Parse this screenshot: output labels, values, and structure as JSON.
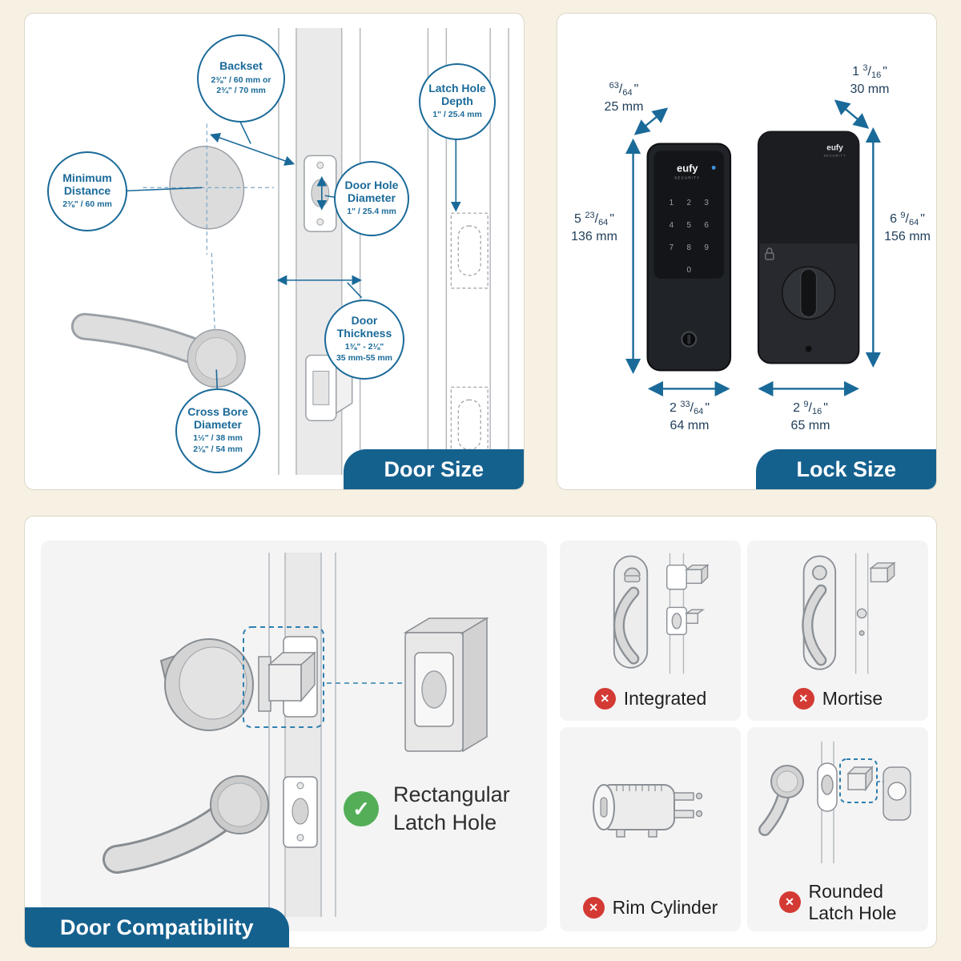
{
  "strings": {
    "slash": "/",
    "inch": "\""
  },
  "icons": {
    "cross": "✕",
    "check": "✓"
  },
  "door_size": {
    "banner": "Door Size",
    "callouts": {
      "backset": {
        "title": "Backset",
        "line1": "2⅜\" / 60 mm or",
        "line2": "2¾\" / 70 mm"
      },
      "latch_hole_depth": {
        "title": "Latch Hole Depth",
        "line1": "1\" / 25.4 mm"
      },
      "minimum_distance": {
        "title": "Minimum Distance",
        "line1": "2⅜\" / 60 mm"
      },
      "door_hole_diameter": {
        "title": "Door Hole Diameter",
        "line1": "1\" / 25.4 mm"
      },
      "door_thickness": {
        "title": "Door Thickness",
        "line1": "1⅜\" - 2⅛\"",
        "line2": "35 mm-55 mm"
      },
      "cross_bore_diameter": {
        "title": "Cross Bore Diameter",
        "line1": "1½\" / 38 mm",
        "line2": "2⅛\" / 54 mm"
      }
    }
  },
  "lock_size": {
    "banner": "Lock Size",
    "brand": "eufy",
    "brand_sub": "SECURITY",
    "keypad_digits": [
      "1",
      "2",
      "3",
      "4",
      "5",
      "6",
      "7",
      "8",
      "9",
      "0"
    ],
    "dims": {
      "keypad_thickness": {
        "w": "",
        "n": "63",
        "d": "64",
        "mm": "25 mm"
      },
      "interior_depth": {
        "w": "1",
        "n": "3",
        "d": "16",
        "mm": "30 mm"
      },
      "keypad_height": {
        "w": "5",
        "n": "23",
        "d": "64",
        "mm": "136 mm"
      },
      "interior_height": {
        "w": "6",
        "n": "9",
        "d": "64",
        "mm": "156 mm"
      },
      "keypad_width": {
        "w": "2",
        "n": "33",
        "d": "64",
        "mm": "64 mm"
      },
      "interior_width": {
        "w": "2",
        "n": "9",
        "d": "16",
        "mm": "65 mm"
      }
    }
  },
  "door_compatibility": {
    "banner": "Door Compatibility",
    "supported": {
      "line1": "Rectangular",
      "line2": "Latch Hole"
    },
    "unsupported": {
      "integrated": {
        "label": "Integrated"
      },
      "mortise": {
        "label": "Mortise"
      },
      "rim_cylinder": {
        "label": "Rim Cylinder"
      },
      "rounded_latch_hole": {
        "line1": "Rounded",
        "line2": "Latch Hole"
      }
    }
  },
  "colors": {
    "accent_blue": "#1a6a99",
    "banner_blue": "#15618e",
    "error_red": "#d43a34",
    "success_green": "#53ae57"
  }
}
